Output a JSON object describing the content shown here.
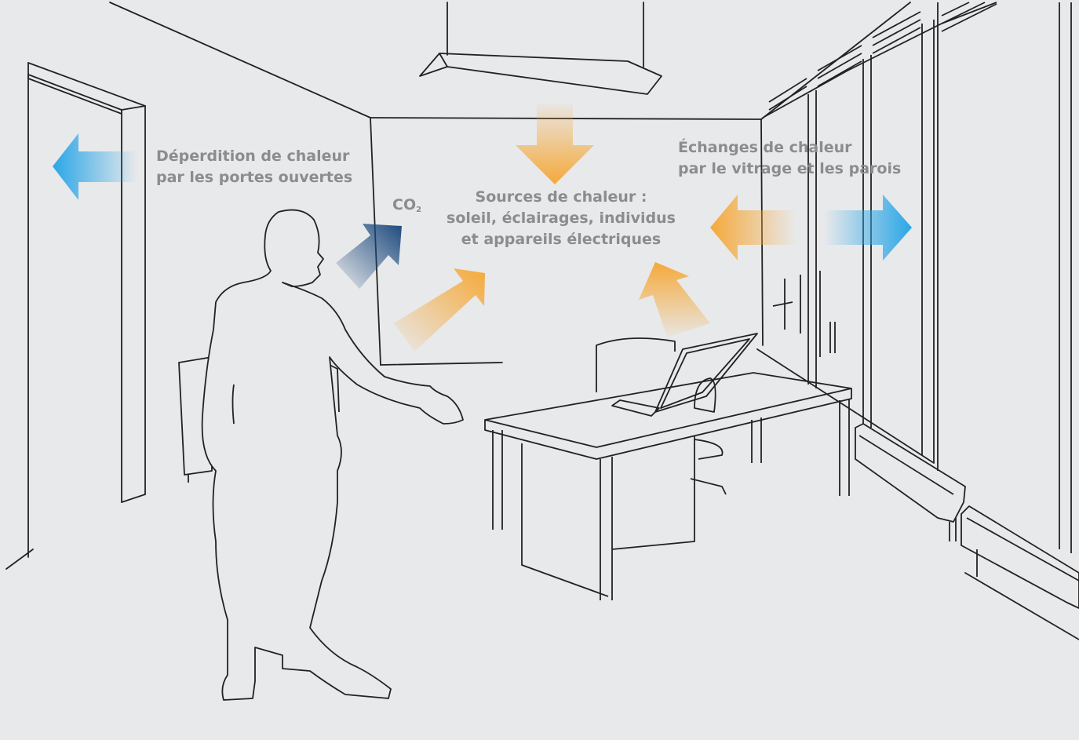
{
  "labels": {
    "door_loss": {
      "line1": "Déperdition de chaleur",
      "line2": "par les portes ouvertes"
    },
    "co2": {
      "main": "CO",
      "sub": "2"
    },
    "heat_sources": {
      "line1": "Sources de chaleur :",
      "line2": "soleil, éclairages, individus",
      "line3": "et appareils électriques"
    },
    "exchanges": {
      "line1": "Échanges de chaleur",
      "line2": "par le vitrage et les parois"
    }
  },
  "colors": {
    "background": "#e8e9eb",
    "line": "#222222",
    "text": "#8c8c8c",
    "heat_orange": "#f5a93a",
    "cold_blue": "#2aa6e6",
    "co2_navy": "#1d4a7e"
  }
}
